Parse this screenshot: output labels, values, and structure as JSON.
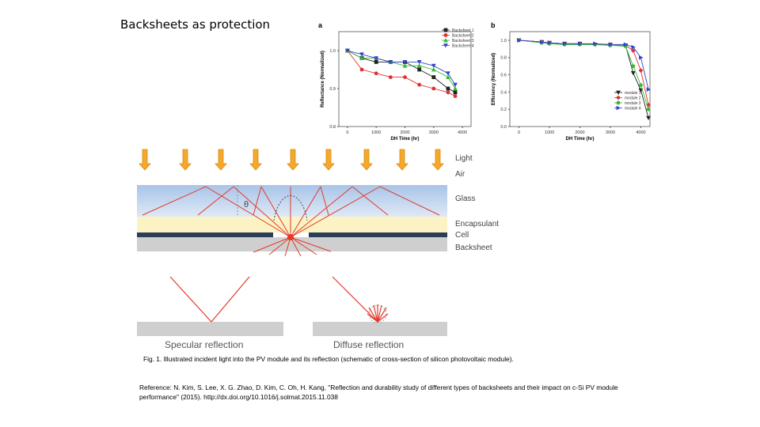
{
  "slide": {
    "title": "Backsheets as protection",
    "caption": "Fig. 1. Illustrated incident light into the PV module and its reflection (schematic of cross-section of silicon photovoltaic module).",
    "reference": "Reference: N. Kim, S. Lee, X. G. Zhao, D. Kim, C. Oh, H. Kang, \"Reflection and durability study of different types of backsheets and their impact on c-Si PV module performance\" (2015). http://dx.doi.org/10.1016/j.solmat.2015.11.038"
  },
  "diagram": {
    "layers": [
      "Light",
      "Air",
      "Glass",
      "Encapsulant",
      "Cell",
      "Backsheet"
    ],
    "angle_symbol": "θ",
    "specular_label": "Specular reflection",
    "diffuse_label": "Diffuse reflection"
  },
  "chart_data": [
    {
      "type": "line",
      "panel": "a",
      "xlabel": "DH Time (hr)",
      "ylabel": "Reflectance (Normalized)",
      "xlim": [
        -300,
        4300
      ],
      "ylim": [
        0.8,
        1.05
      ],
      "xticks": [
        "0",
        "1000",
        "2000",
        "3000",
        "4000"
      ],
      "yticks": [
        "0.8",
        "0.9",
        "1.0"
      ],
      "legend_position": "top-right",
      "series": [
        {
          "name": "Backsheet 1",
          "color": "#222222",
          "marker": "square",
          "x": [
            0,
            500,
            1000,
            1500,
            2000,
            2500,
            3000,
            3500,
            3750
          ],
          "y": [
            1.0,
            0.98,
            0.97,
            0.97,
            0.97,
            0.95,
            0.93,
            0.9,
            0.89
          ]
        },
        {
          "name": "Backsheet 2",
          "color": "#e03030",
          "marker": "circle",
          "x": [
            0,
            500,
            1000,
            1500,
            2000,
            2500,
            3000,
            3500,
            3750
          ],
          "y": [
            1.0,
            0.95,
            0.94,
            0.93,
            0.93,
            0.91,
            0.9,
            0.89,
            0.88
          ]
        },
        {
          "name": "Backsheet 3",
          "color": "#33bb33",
          "marker": "triangle-up",
          "x": [
            0,
            500,
            1000,
            1500,
            2000,
            2500,
            3000,
            3500,
            3750
          ],
          "y": [
            1.0,
            0.98,
            0.98,
            0.97,
            0.96,
            0.96,
            0.95,
            0.93,
            0.9
          ]
        },
        {
          "name": "Backsheet 4",
          "color": "#3344cc",
          "marker": "triangle-down",
          "x": [
            0,
            500,
            1000,
            1500,
            2000,
            2500,
            3000,
            3500,
            3750
          ],
          "y": [
            1.0,
            0.99,
            0.98,
            0.97,
            0.97,
            0.97,
            0.96,
            0.94,
            0.91
          ]
        }
      ]
    },
    {
      "type": "line",
      "panel": "b",
      "xlabel": "DH Time (hr)",
      "ylabel": "Efficiency (Normalized)",
      "xlim": [
        -300,
        4300
      ],
      "ylim": [
        0,
        1.1
      ],
      "xticks": [
        "0",
        "1000",
        "2000",
        "3000",
        "4000"
      ],
      "yticks": [
        "0.0",
        "0.2",
        "0.4",
        "0.6",
        "0.8",
        "1.0"
      ],
      "legend_position": "bottom-right",
      "series": [
        {
          "name": "module 1",
          "color": "#222222",
          "marker": "triangle-down",
          "x": [
            0,
            750,
            1000,
            1500,
            2000,
            2500,
            3000,
            3500,
            3750,
            4000,
            4250
          ],
          "y": [
            1.0,
            0.98,
            0.97,
            0.96,
            0.96,
            0.95,
            0.95,
            0.94,
            0.62,
            0.42,
            0.1
          ]
        },
        {
          "name": "module 2",
          "color": "#e03030",
          "marker": "diamond",
          "x": [
            0,
            750,
            1000,
            1500,
            2000,
            2500,
            3000,
            3500,
            3750,
            4000,
            4250
          ],
          "y": [
            1.0,
            0.98,
            0.97,
            0.96,
            0.96,
            0.95,
            0.95,
            0.94,
            0.88,
            0.65,
            0.25
          ]
        },
        {
          "name": "module 3",
          "color": "#33bb33",
          "marker": "circle",
          "x": [
            0,
            750,
            1000,
            1500,
            2000,
            2500,
            3000,
            3500,
            3750,
            4000,
            4250
          ],
          "y": [
            1.0,
            0.97,
            0.96,
            0.95,
            0.95,
            0.95,
            0.94,
            0.93,
            0.7,
            0.48,
            0.2
          ]
        },
        {
          "name": "module 4",
          "color": "#3344cc",
          "marker": "triangle-right",
          "x": [
            0,
            750,
            1000,
            1500,
            2000,
            2500,
            3000,
            3500,
            3750,
            4000,
            4250
          ],
          "y": [
            1.0,
            0.98,
            0.97,
            0.96,
            0.96,
            0.96,
            0.95,
            0.95,
            0.92,
            0.8,
            0.43
          ]
        }
      ]
    }
  ]
}
